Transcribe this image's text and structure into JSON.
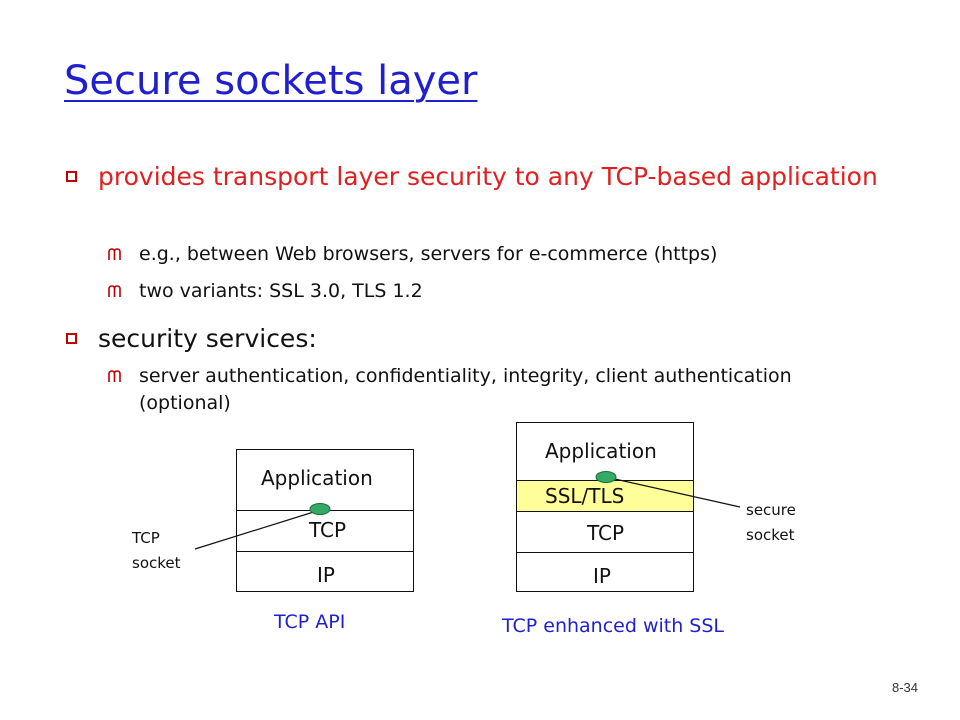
{
  "slide": {
    "title": "Secure sockets layer",
    "page_number": "8-34"
  },
  "bullets": [
    {
      "text": "provides transport layer security to any TCP-based application",
      "color": "#e02020",
      "sub": [
        "e.g., between Web browsers, servers for e-commerce (https)",
        "two variants: SSL 3.0, TLS 1.2"
      ]
    },
    {
      "text": "security services:",
      "color": "#111111",
      "sub": [
        "server authentication, confidentiality, integrity, client authentication (optional)"
      ]
    }
  ],
  "diagram_left": {
    "layers": [
      "Application",
      "TCP",
      "IP"
    ],
    "socket_label_line1": "TCP",
    "socket_label_line2": "socket",
    "caption": "TCP API"
  },
  "diagram_right": {
    "layers": [
      "Application",
      "SSL/TLS",
      "TCP",
      "IP"
    ],
    "socket_label_line1": "secure",
    "socket_label_line2": "socket",
    "caption": "TCP enhanced with SSL"
  },
  "colors": {
    "title": "#1f1fd0",
    "caption": "#1f1fd0",
    "ssl_layer": "#ffff99",
    "socket": "#33aa66",
    "bullet_marker": "#c00000"
  },
  "icons": {
    "level1_bullet": "hollow-square",
    "level2_bullet": "m-shaped-wingding"
  }
}
